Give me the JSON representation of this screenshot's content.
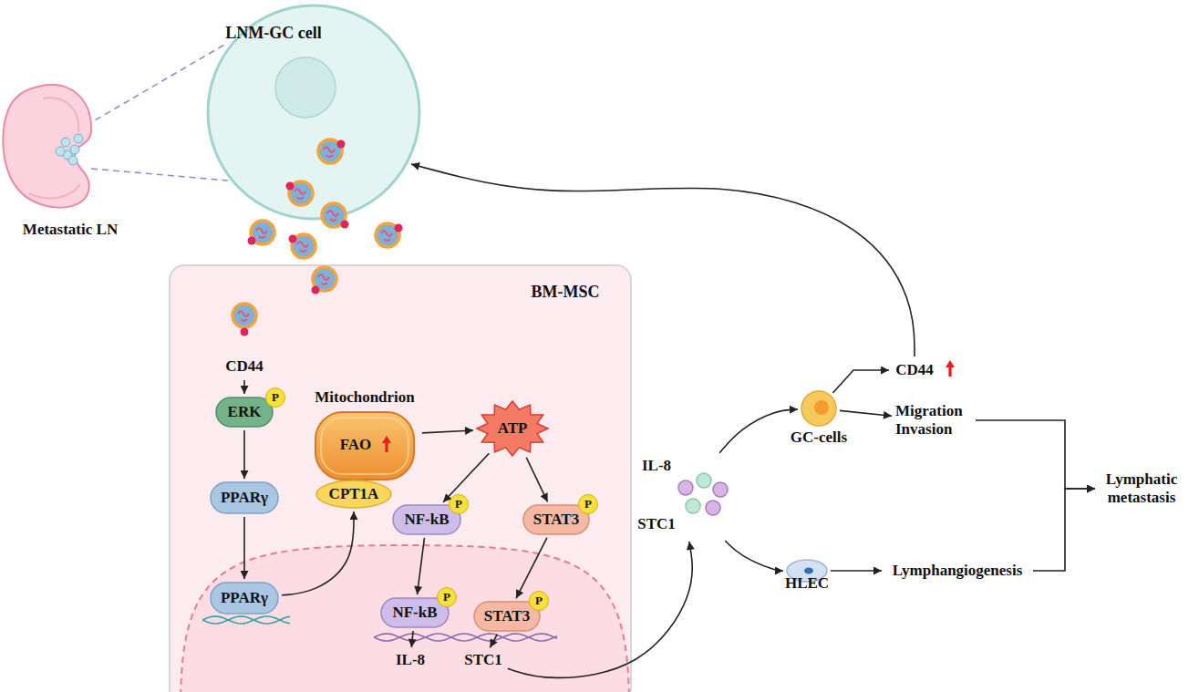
{
  "diagram": {
    "nodes": [
      {
        "text": [
          "Metastatic LN"
        ]
      },
      {
        "text": [
          "LNM-GC cell"
        ]
      },
      {
        "text": [
          "BM-MSC"
        ]
      },
      {
        "text": [
          "CD44"
        ],
        "in": 2
      },
      {
        "text": [
          "ERK"
        ],
        "in": 2
      },
      {
        "text": [
          "P"
        ],
        "in": 4
      },
      {
        "text": [
          "Mitochondrion",
          "FAO"
        ],
        "in": 2
      },
      {
        "text": [
          "CPT1A"
        ],
        "in": 2
      },
      {
        "text": [
          "ATP"
        ],
        "in": 2
      },
      {
        "text": [
          "PPARγ"
        ],
        "in": 2
      },
      {
        "text": [
          "NF-kB"
        ],
        "in": 2
      },
      {
        "text": [
          "P"
        ],
        "in": 10
      },
      {
        "text": [
          "STAT3"
        ],
        "in": 2
      },
      {
        "text": [
          "P"
        ],
        "in": 12
      },
      {
        "text": [
          "PPARγ"
        ],
        "in": 2
      },
      {
        "text": [
          "NF-kB"
        ],
        "in": 2
      },
      {
        "text": [
          "P"
        ],
        "in": 15
      },
      {
        "text": [
          "STAT3"
        ],
        "in": 2
      },
      {
        "text": [
          "P"
        ],
        "in": 17
      },
      {
        "text": [
          "IL-8"
        ],
        "in": 2
      },
      {
        "text": [
          "STC1"
        ],
        "in": 2
      },
      {
        "text": [
          "IL-8",
          "STC1"
        ]
      },
      {
        "text": [
          "GC-cells"
        ]
      },
      {
        "text": [
          "CD44"
        ]
      },
      {
        "text": [
          "Migration Invasion"
        ]
      },
      {
        "text": [
          "HLEC"
        ]
      },
      {
        "text": [
          "Lymphangiogenesis"
        ]
      },
      {
        "text": [
          "Lymphatic metastasis"
        ]
      }
    ],
    "edges": [
      {
        "from": 0,
        "to": 1,
        "arrow": "none"
      },
      {
        "from": 3,
        "to": 4,
        "arrow": "to"
      },
      {
        "from": 4,
        "to": 9,
        "arrow": "to"
      },
      {
        "from": 9,
        "to": 14,
        "arrow": "to"
      },
      {
        "from": 14,
        "to": 7,
        "arrow": "to"
      },
      {
        "from": 6,
        "to": 8,
        "arrow": "to"
      },
      {
        "from": 8,
        "to": 10,
        "arrow": "to"
      },
      {
        "from": 8,
        "to": 12,
        "arrow": "to"
      },
      {
        "from": 10,
        "to": 15,
        "arrow": "to"
      },
      {
        "from": 12,
        "to": 17,
        "arrow": "to"
      },
      {
        "from": 15,
        "to": 19,
        "arrow": "to"
      },
      {
        "from": 17,
        "to": 20,
        "arrow": "to"
      },
      {
        "from": 20,
        "to": 21,
        "arrow": "to"
      },
      {
        "from": 21,
        "to": 22,
        "arrow": "to"
      },
      {
        "from": 21,
        "to": 25,
        "arrow": "to"
      },
      {
        "from": 22,
        "to": 23,
        "arrow": "to"
      },
      {
        "from": 22,
        "to": 24,
        "arrow": "to"
      },
      {
        "from": 25,
        "to": 26,
        "arrow": "to"
      },
      {
        "from": 24,
        "to": 27,
        "arrow": "to"
      },
      {
        "from": 26,
        "to": 27,
        "arrow": "to"
      },
      {
        "from": 23,
        "to": 1,
        "arrow": "to"
      }
    ]
  }
}
